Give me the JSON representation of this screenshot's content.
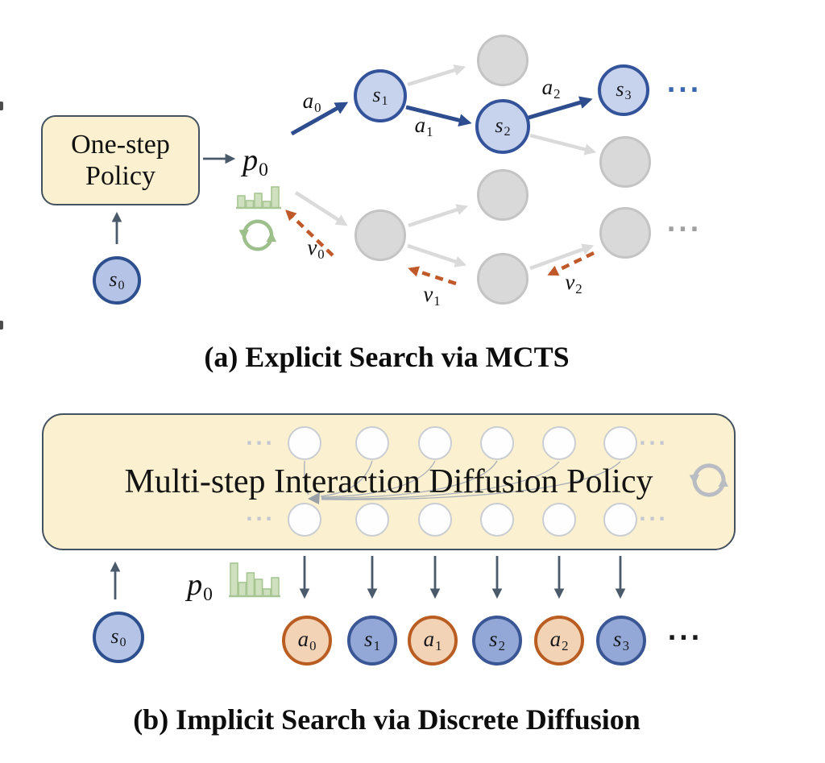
{
  "figure": {
    "type": "two-panel research diagram comparing explicit MCTS search with implicit diffusion search"
  },
  "colors": {
    "policy_box_fill": "#fbf0cf",
    "policy_box_border": "#44525f",
    "state_node_fill": "#c7d2ec",
    "state_node_border": "#33539b",
    "s0_node_fill": "#b5c4e6",
    "s0_node_border": "#2d4f8e",
    "sequence_state_fill": "#93a8d7",
    "action_node_fill": "#f3d3b5",
    "action_node_border": "#ba5d22",
    "gray_node_fill": "#d9d9d9",
    "blue_arrow": "#2e4d8e",
    "gray_arrow": "#dadada",
    "slate_arrow": "#4b5a6b",
    "value_arrow_orange": "#c0592a",
    "green_icon": "#9cbf8b",
    "gray_icon": "#b9bdc3"
  },
  "icons": {
    "histogram_a": "bar-chart-icon",
    "refresh_a": "cycle-arrows-icon",
    "histogram_b": "bar-chart-icon",
    "refresh_b": "cycle-arrows-icon"
  },
  "panel_a": {
    "caption": "(a) Explicit Search via MCTS",
    "policy_box": {
      "line1": "One-step",
      "line2": "Policy"
    },
    "p0": {
      "base": "p",
      "sub": "0"
    },
    "s0": {
      "base": "s",
      "sub": "0"
    },
    "states": [
      {
        "base": "s",
        "sub": "1"
      },
      {
        "base": "s",
        "sub": "2"
      },
      {
        "base": "s",
        "sub": "3"
      }
    ],
    "actions": [
      {
        "base": "a",
        "sub": "0"
      },
      {
        "base": "a",
        "sub": "1"
      },
      {
        "base": "a",
        "sub": "2"
      }
    ],
    "values": [
      {
        "base": "v",
        "sub": "0"
      },
      {
        "base": "v",
        "sub": "1"
      },
      {
        "base": "v",
        "sub": "2"
      }
    ],
    "ellipsis_states": "···",
    "ellipsis_gray": "···"
  },
  "panel_b": {
    "caption": "(b) Implicit Search via Discrete Diffusion",
    "policy_box_label": "Multi-step Interaction Diffusion Policy",
    "p0": {
      "base": "p",
      "sub": "0"
    },
    "s0": {
      "base": "s",
      "sub": "0"
    },
    "sequence": [
      {
        "base": "a",
        "sub": "0",
        "type": "action"
      },
      {
        "base": "s",
        "sub": "1",
        "type": "state"
      },
      {
        "base": "a",
        "sub": "1",
        "type": "action"
      },
      {
        "base": "s",
        "sub": "2",
        "type": "state"
      },
      {
        "base": "a",
        "sub": "2",
        "type": "action"
      },
      {
        "base": "s",
        "sub": "3",
        "type": "state"
      }
    ],
    "box_ellipses": {
      "top_left": "···",
      "top_right": "···",
      "bottom_left": "···",
      "bottom_right": "···"
    },
    "ellipsis_right": "···"
  }
}
